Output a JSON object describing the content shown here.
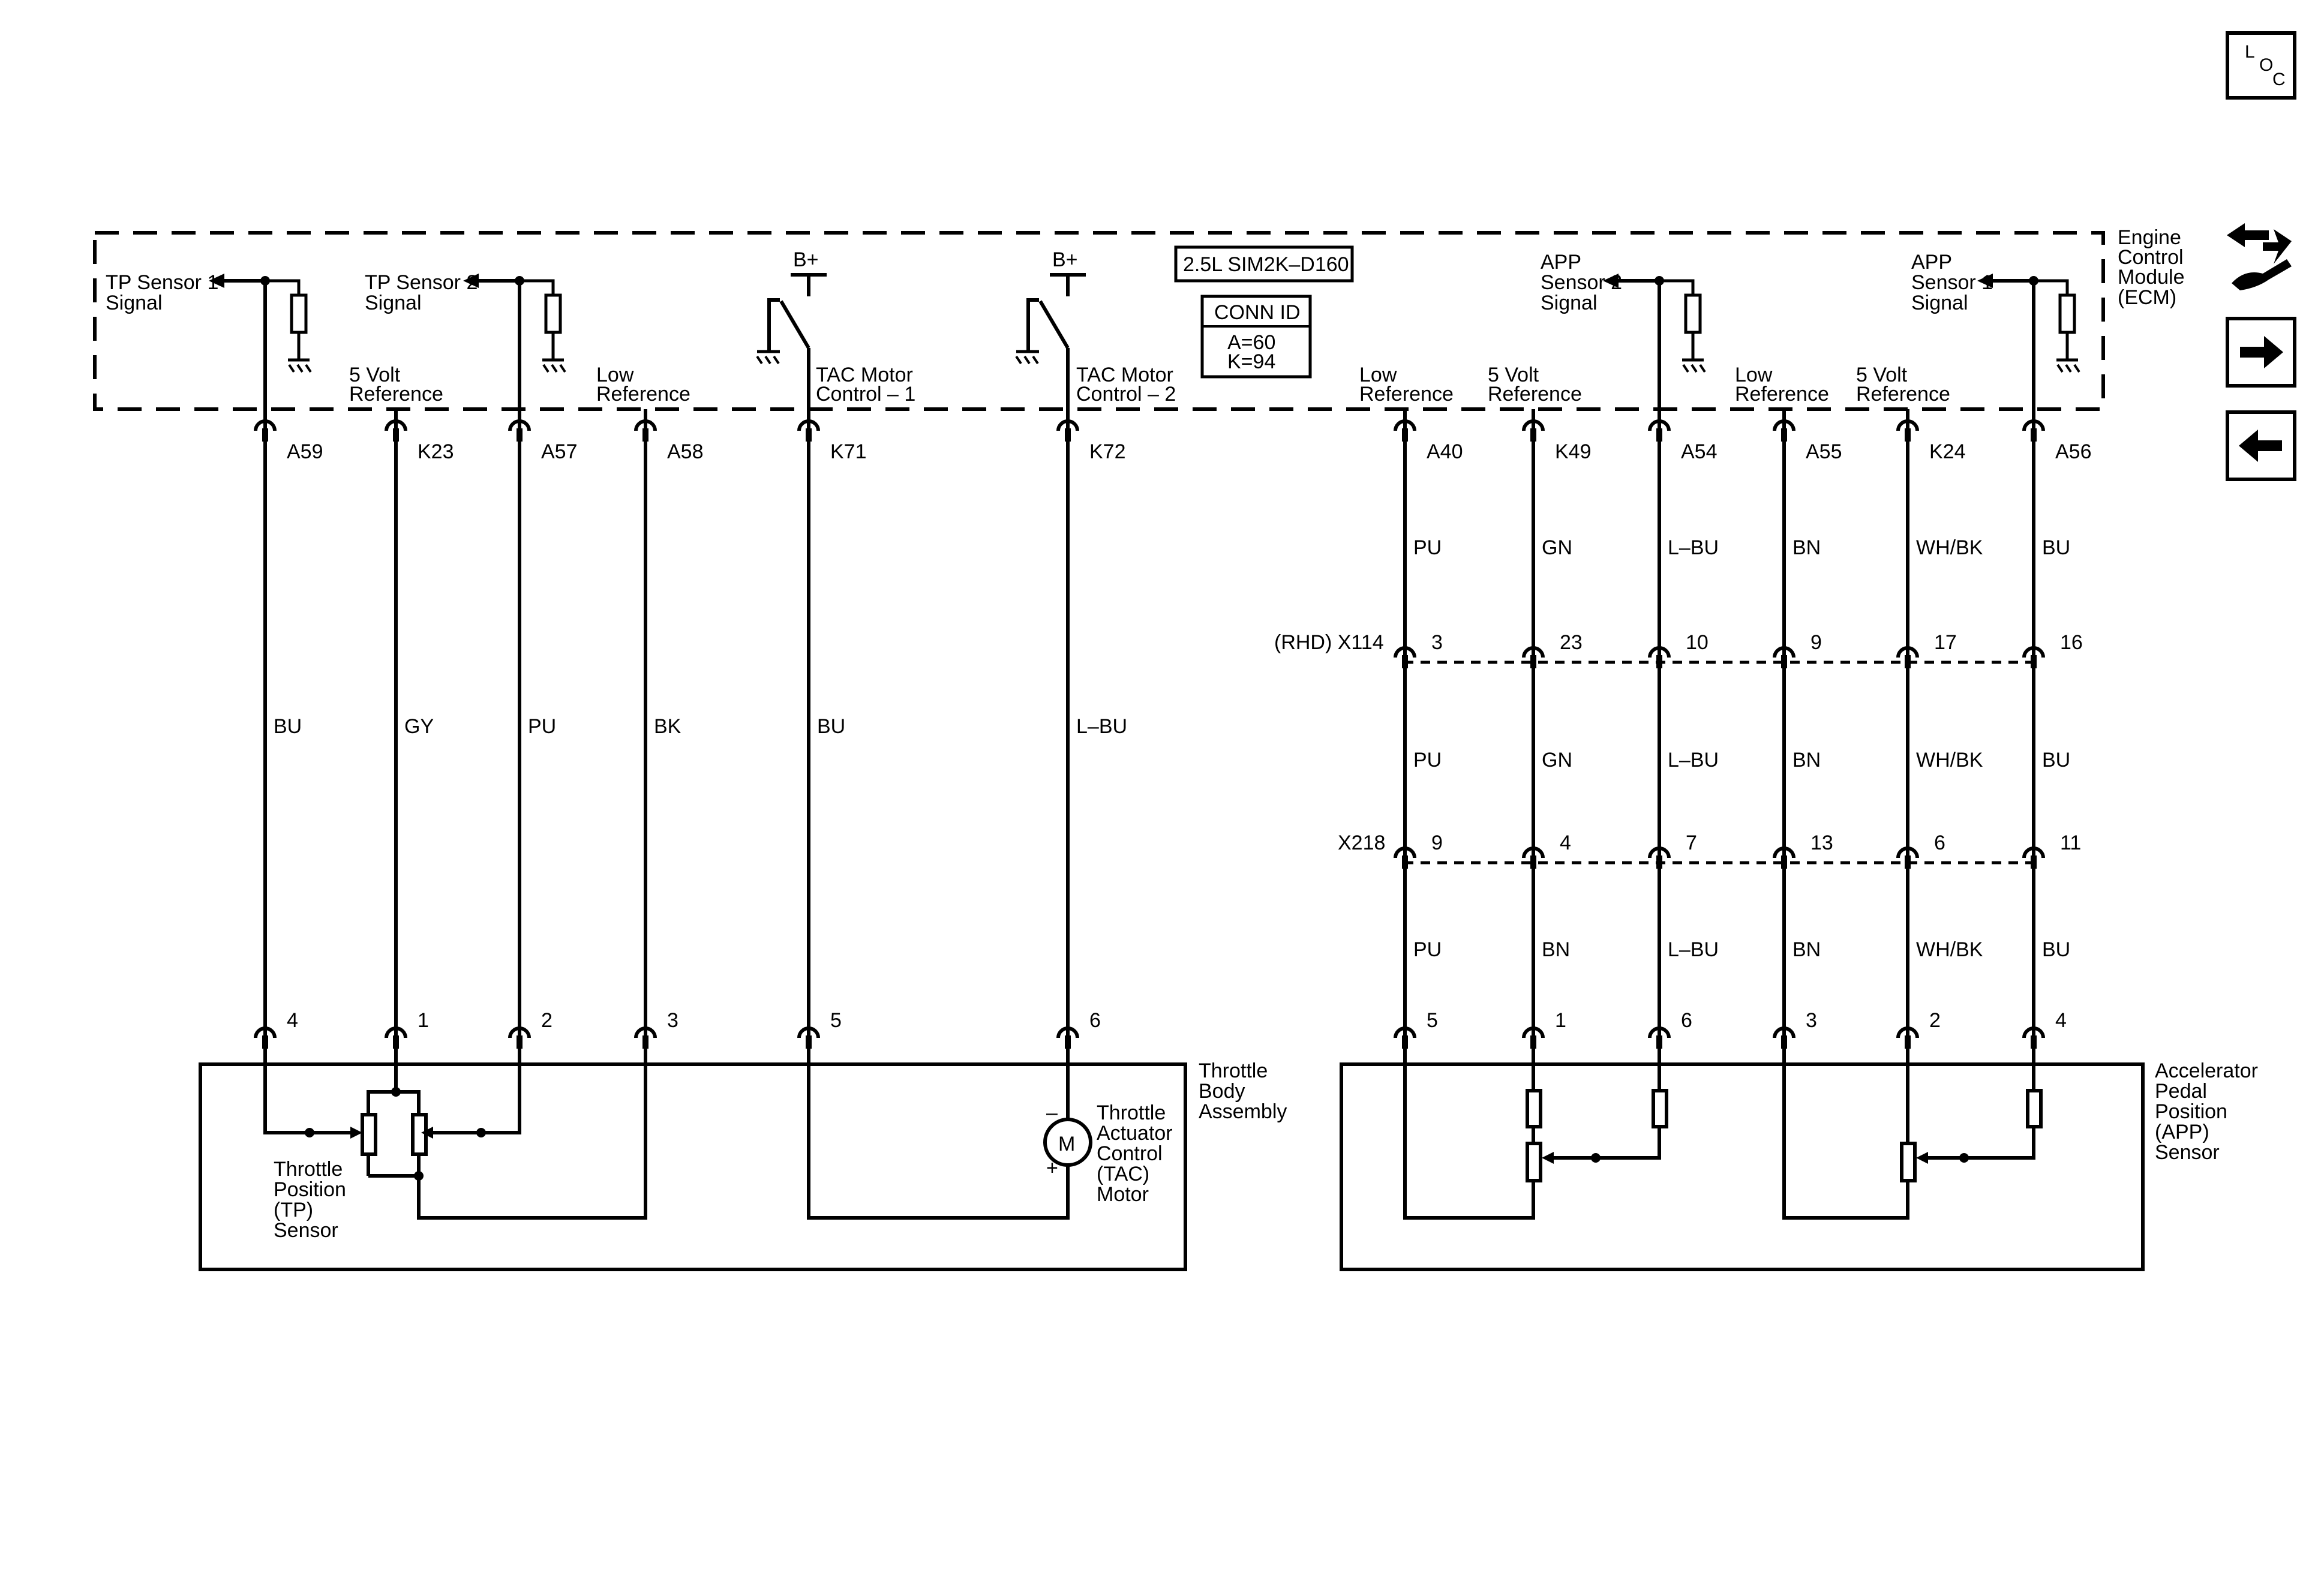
{
  "ecm": {
    "name": [
      "Engine",
      "Control",
      "Module",
      "(ECM)"
    ],
    "engine_label": "2.5L SIM2K–D160",
    "conn_id_title": "CONN ID",
    "conn_ids": [
      "A=60",
      "K=94"
    ],
    "b_plus": "B+",
    "signals": {
      "tp1": [
        "TP Sensor 1",
        "Signal"
      ],
      "tp2": [
        "TP Sensor 2",
        "Signal"
      ],
      "app2": [
        "APP",
        "Sensor 2",
        "Signal"
      ],
      "app1": [
        "APP",
        "Sensor 1",
        "Signal"
      ],
      "five_volt": [
        "5 Volt",
        "Reference"
      ],
      "low_ref": [
        "Low",
        "Reference"
      ],
      "tac1": [
        "TAC Motor",
        "Control – 1"
      ],
      "tac2": [
        "TAC Motor",
        "Control – 2"
      ]
    }
  },
  "circuits": [
    {
      "pin": "A59",
      "wire": "BU",
      "comp_pin": "4"
    },
    {
      "pin": "K23",
      "wire": "GY",
      "comp_pin": "1"
    },
    {
      "pin": "A57",
      "wire": "PU",
      "comp_pin": "2"
    },
    {
      "pin": "A58",
      "wire": "BK",
      "comp_pin": "3"
    },
    {
      "pin": "K71",
      "wire": "BU",
      "comp_pin": "5"
    },
    {
      "pin": "K72",
      "wire": "L–BU",
      "comp_pin": "6"
    },
    {
      "pin": "A40",
      "wires": [
        "PU",
        "PU",
        "PU"
      ],
      "x114": "3",
      "x218": "9",
      "comp_pin": "5"
    },
    {
      "pin": "K49",
      "wires": [
        "GN",
        "GN",
        "BN"
      ],
      "x114": "23",
      "x218": "4",
      "comp_pin": "1"
    },
    {
      "pin": "A54",
      "wires": [
        "L–BU",
        "L–BU",
        "L–BU"
      ],
      "x114": "10",
      "x218": "7",
      "comp_pin": "6"
    },
    {
      "pin": "A55",
      "wires": [
        "BN",
        "BN",
        "BN"
      ],
      "x114": "9",
      "x218": "13",
      "comp_pin": "3"
    },
    {
      "pin": "K24",
      "wires": [
        "WH/BK",
        "WH/BK",
        "WH/BK"
      ],
      "x114": "17",
      "x218": "6",
      "comp_pin": "2"
    },
    {
      "pin": "A56",
      "wires": [
        "BU",
        "BU",
        "BU"
      ],
      "x114": "16",
      "x218": "11",
      "comp_pin": "4"
    }
  ],
  "connectors": {
    "x114": "(RHD) X114",
    "x218": "X218"
  },
  "components": {
    "throttle_body": [
      "Throttle",
      "Body",
      "Assembly"
    ],
    "tp_sensor": [
      "Throttle",
      "Position",
      "(TP)",
      "Sensor"
    ],
    "tac_motor": [
      "Throttle",
      "Actuator",
      "Control",
      "(TAC)",
      "Motor"
    ],
    "motor_symbol": "M",
    "motor_minus": "–",
    "motor_plus": "+",
    "app_sensor": [
      "Accelerator",
      "Pedal",
      "Position",
      "(APP)",
      "Sensor"
    ]
  },
  "sidebar": {
    "loc_letters": [
      "L",
      "O",
      "C"
    ],
    "icons": [
      "connector-harness-icon",
      "arrow-right-icon",
      "arrow-left-icon"
    ]
  }
}
